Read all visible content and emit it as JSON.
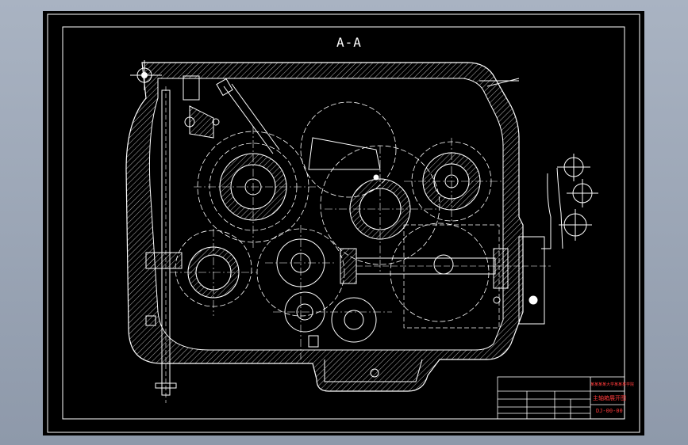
{
  "drawing": {
    "section_title": "A-A",
    "title_block": {
      "school": "某某某某大学某某某学院",
      "drawing_name": "主轴箱展开图",
      "drawing_number": "DJ-00-00"
    }
  },
  "colors": {
    "background": "#8f9aab",
    "canvas": "#000000",
    "outline": "#ffffff",
    "title_text": "#ff3b3b"
  }
}
